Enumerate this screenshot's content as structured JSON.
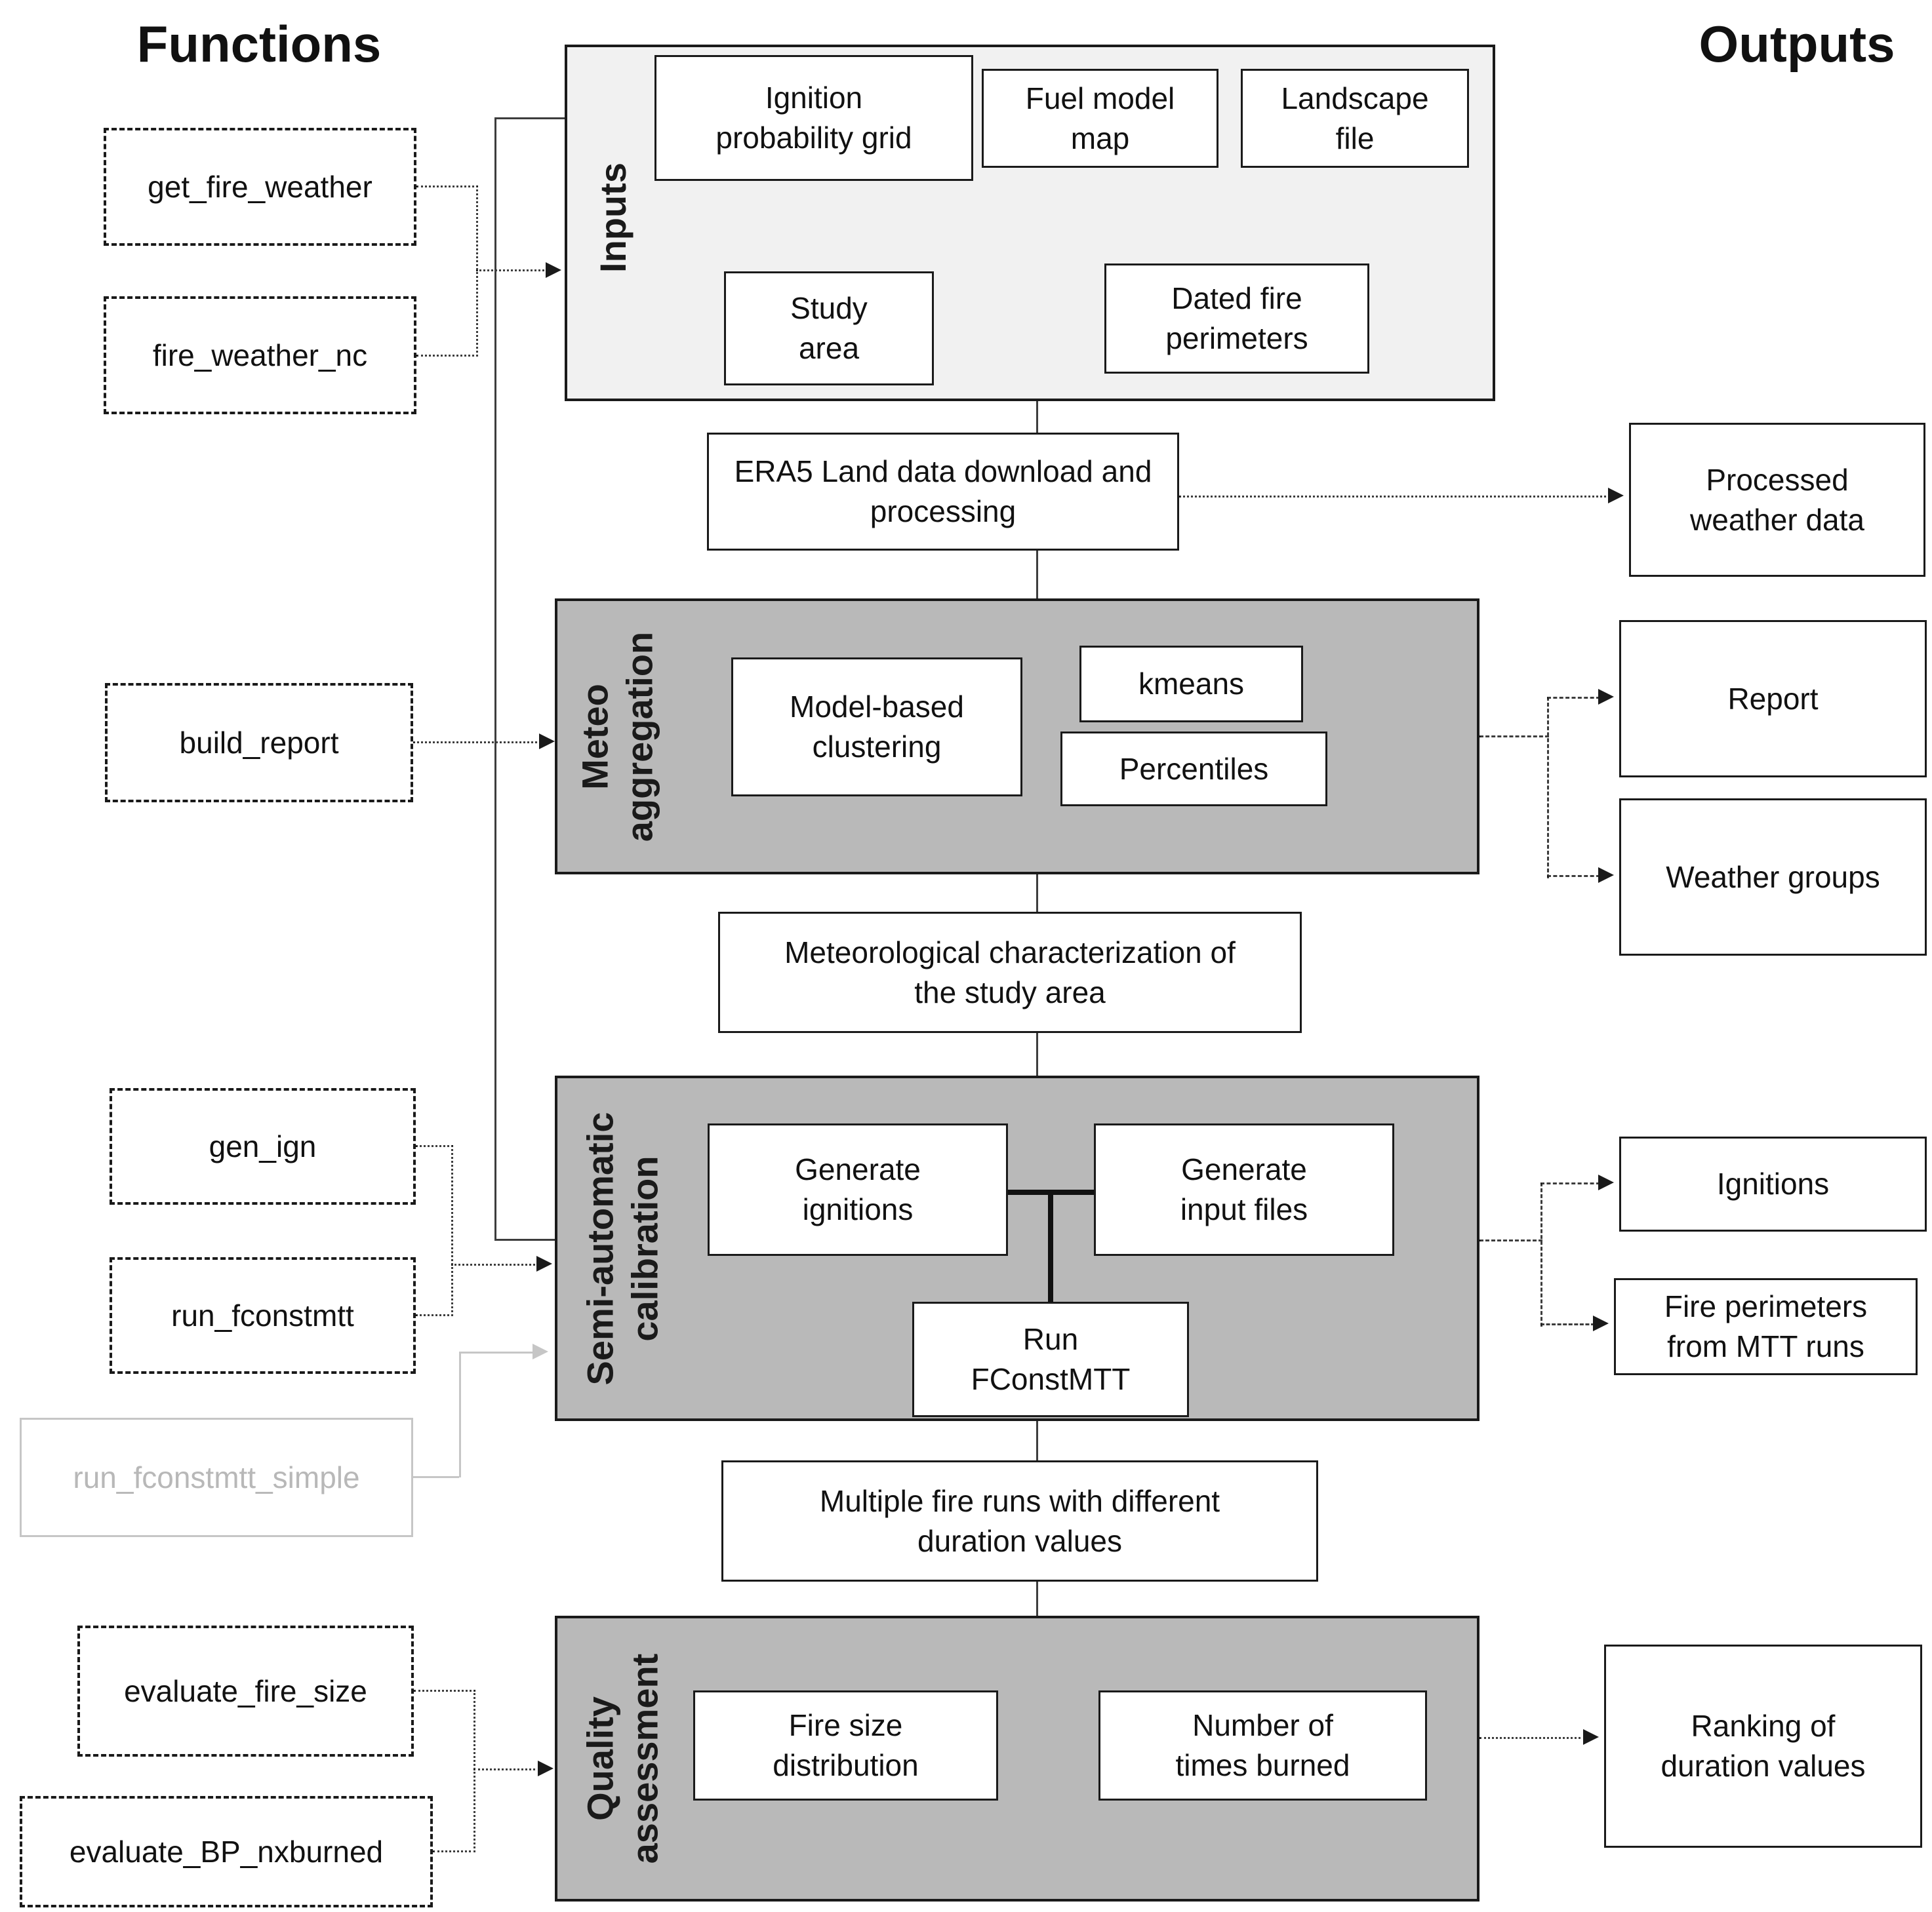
{
  "titles": {
    "functions": "Functions",
    "outputs": "Outputs"
  },
  "functions": {
    "get_fire_weather": "get_fire_weather",
    "fire_weather_nc": "fire_weather_nc",
    "build_report": "build_report",
    "gen_ign": "gen_ign",
    "run_fconstmtt": "run_fconstmtt",
    "run_fconstmtt_simple": "run_fconstmtt_simple",
    "evaluate_fire_size": "evaluate_fire_size",
    "evaluate_BP_nxburned": "evaluate_BP_nxburned"
  },
  "sections": {
    "inputs": {
      "label": "Inputs",
      "ignition": "Ignition\nprobability grid",
      "fuel": "Fuel model\nmap",
      "landscape": "Landscape\nfile",
      "study": "Study\narea",
      "dated": "Dated fire\nperimeters"
    },
    "meteo": {
      "label": "Meteo\naggregation",
      "model": "Model-based\nclustering",
      "kmeans": "kmeans",
      "percentiles": "Percentiles"
    },
    "semi": {
      "label": "Semi-automatic\ncalibration",
      "gen_ign": "Generate\nignitions",
      "gen_input": "Generate\ninput files",
      "run": "Run\nFConstMTT"
    },
    "quality": {
      "label": "Quality\nassessment",
      "fire_size": "Fire size\ndistribution",
      "times_burned": "Number of\ntimes burned"
    }
  },
  "steps": {
    "era5": "ERA5 Land data download and\nprocessing",
    "met_char": "Meteorological characterization of\nthe study area",
    "multi_runs": "Multiple fire runs with different\nduration values"
  },
  "outputs": {
    "processed": "Processed\nweather data",
    "report": "Report",
    "weather_groups": "Weather groups",
    "ignitions": "Ignitions",
    "fire_perimeters": "Fire perimeters\nfrom MTT runs",
    "ranking": "Ranking of\nduration values"
  },
  "colors": {
    "border": "#1a1a1a",
    "section_fill": "#b9b9b9",
    "inputs_fill": "#f1f1f1",
    "muted": "#b8b8b8",
    "muted_border": "#c6c6c6",
    "connector": "#3d3d3d"
  }
}
